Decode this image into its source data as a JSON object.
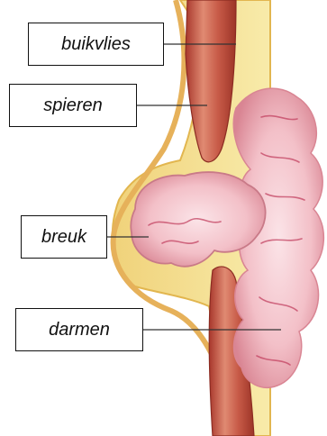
{
  "labels": {
    "buikvlies": "buikvlies",
    "spieren": "spieren",
    "breuk": "breuk",
    "darmen": "darmen"
  },
  "colors": {
    "fat": "#f4e08a",
    "fat_edge": "#e2b64f",
    "muscle": "#c75a47",
    "intestine": "#f3c0c8",
    "intestine_shadow": "#d98593",
    "intestine_crease": "#c34362",
    "leader_line": "#333333"
  }
}
